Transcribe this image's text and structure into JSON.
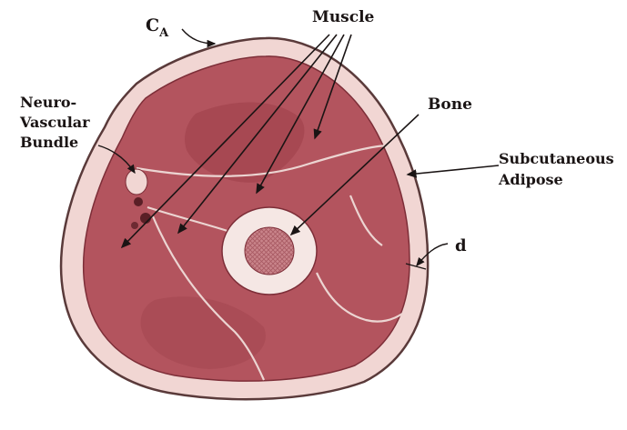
{
  "labels": {
    "ca_main": "C",
    "ca_sub": "A",
    "muscle": "Muscle",
    "bone": "Bone",
    "neuro_line1": "Neuro-",
    "neuro_line2": "Vascular",
    "neuro_line3": "Bundle",
    "subcut_line1": "Subcutaneous",
    "subcut_line2": "Adipose",
    "d": "d"
  },
  "colors": {
    "skin_edge": "#5a3a3a",
    "adipose": "#f1d6d3",
    "muscle": "#b3545e",
    "muscle_dark": "#9c3e49",
    "fascia": "#ecd5d2",
    "bone_cortex": "#f5e7e4",
    "marrow": "#c9848a",
    "ink": "#1a1414"
  }
}
